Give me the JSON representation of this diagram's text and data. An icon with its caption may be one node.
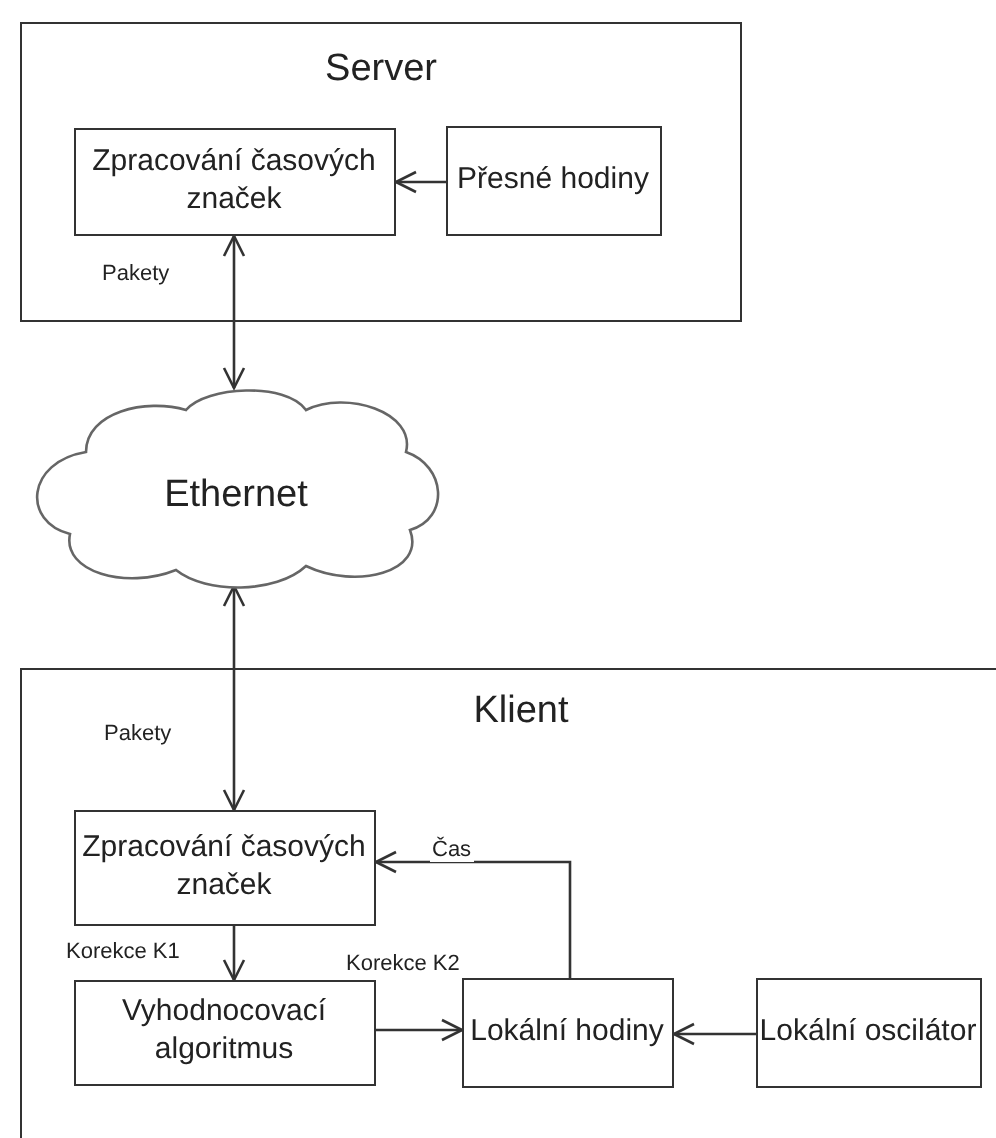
{
  "diagram": {
    "nodes": [
      {
        "text": [
          "Server"
        ]
      },
      {
        "text": [
          "Zpracování časových značek"
        ],
        "in": 0
      },
      {
        "text": [
          "Přesné hodiny"
        ],
        "in": 0
      },
      {
        "text": [
          "Ethernet"
        ]
      },
      {
        "text": [
          "Klient"
        ]
      },
      {
        "text": [
          "Zpracování časových značek"
        ],
        "in": 4
      },
      {
        "text": [
          "Vyhodnocovací algoritmus"
        ],
        "in": 4
      },
      {
        "text": [
          "Lokální hodiny"
        ],
        "in": 4
      },
      {
        "text": [
          "Lokální oscilátor"
        ],
        "in": 4
      }
    ],
    "edges": [
      {
        "from": 2,
        "to": 1,
        "arrow": "to"
      },
      {
        "from": 1,
        "to": 3,
        "arrow": "both",
        "label": "Pakety"
      },
      {
        "from": 3,
        "to": 5,
        "arrow": "both",
        "label": "Pakety"
      },
      {
        "from": 5,
        "to": 6,
        "arrow": "to",
        "label": "Korekce K1"
      },
      {
        "from": 6,
        "to": 7,
        "arrow": "to",
        "label": "Korekce K2"
      },
      {
        "from": 8,
        "to": 7,
        "arrow": "to"
      },
      {
        "from": 7,
        "to": 5,
        "arrow": "to",
        "label": "Čas"
      }
    ]
  }
}
